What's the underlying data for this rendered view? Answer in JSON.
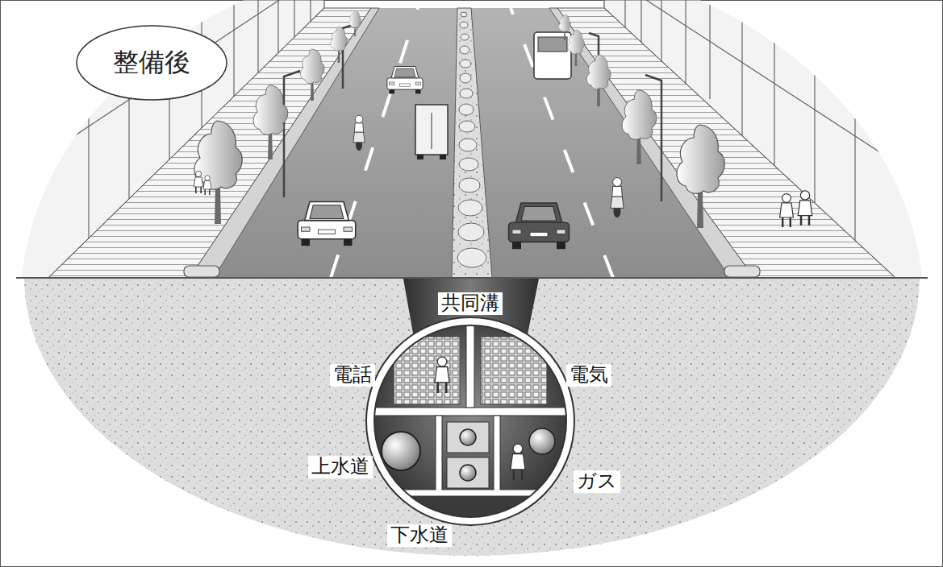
{
  "diagram": {
    "nodes": [
      {
        "text": [
          "整備後"
        ]
      },
      {
        "text": [
          "共同溝"
        ]
      },
      {
        "text": [
          "電話"
        ],
        "in": 1
      },
      {
        "text": [
          "電気"
        ],
        "in": 1
      },
      {
        "text": [
          "上水道"
        ],
        "in": 1
      },
      {
        "text": [
          "ガス"
        ],
        "in": 1
      },
      {
        "text": [
          "下水道"
        ],
        "in": 1
      }
    ]
  }
}
